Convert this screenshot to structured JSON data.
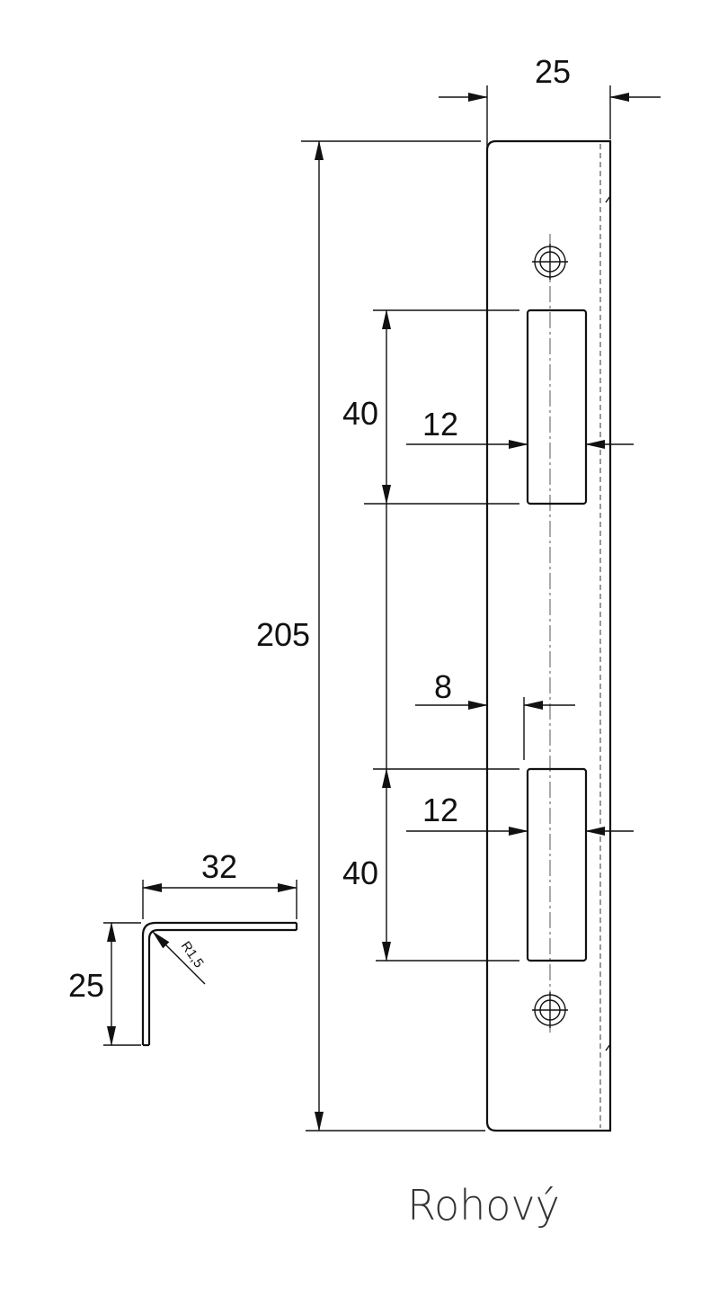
{
  "dimensions": {
    "width_top": "25",
    "total_height": "205",
    "slot_height_upper": "40",
    "slot_offset_upper": "12",
    "slot_spacing": "8",
    "slot_offset_lower": "12",
    "slot_height_lower": "40",
    "profile_width": "32",
    "profile_height": "25",
    "bend_radius": "R1,5"
  },
  "caption": "Rohový",
  "colors": {
    "line": "#111111",
    "caption": "#333333"
  }
}
